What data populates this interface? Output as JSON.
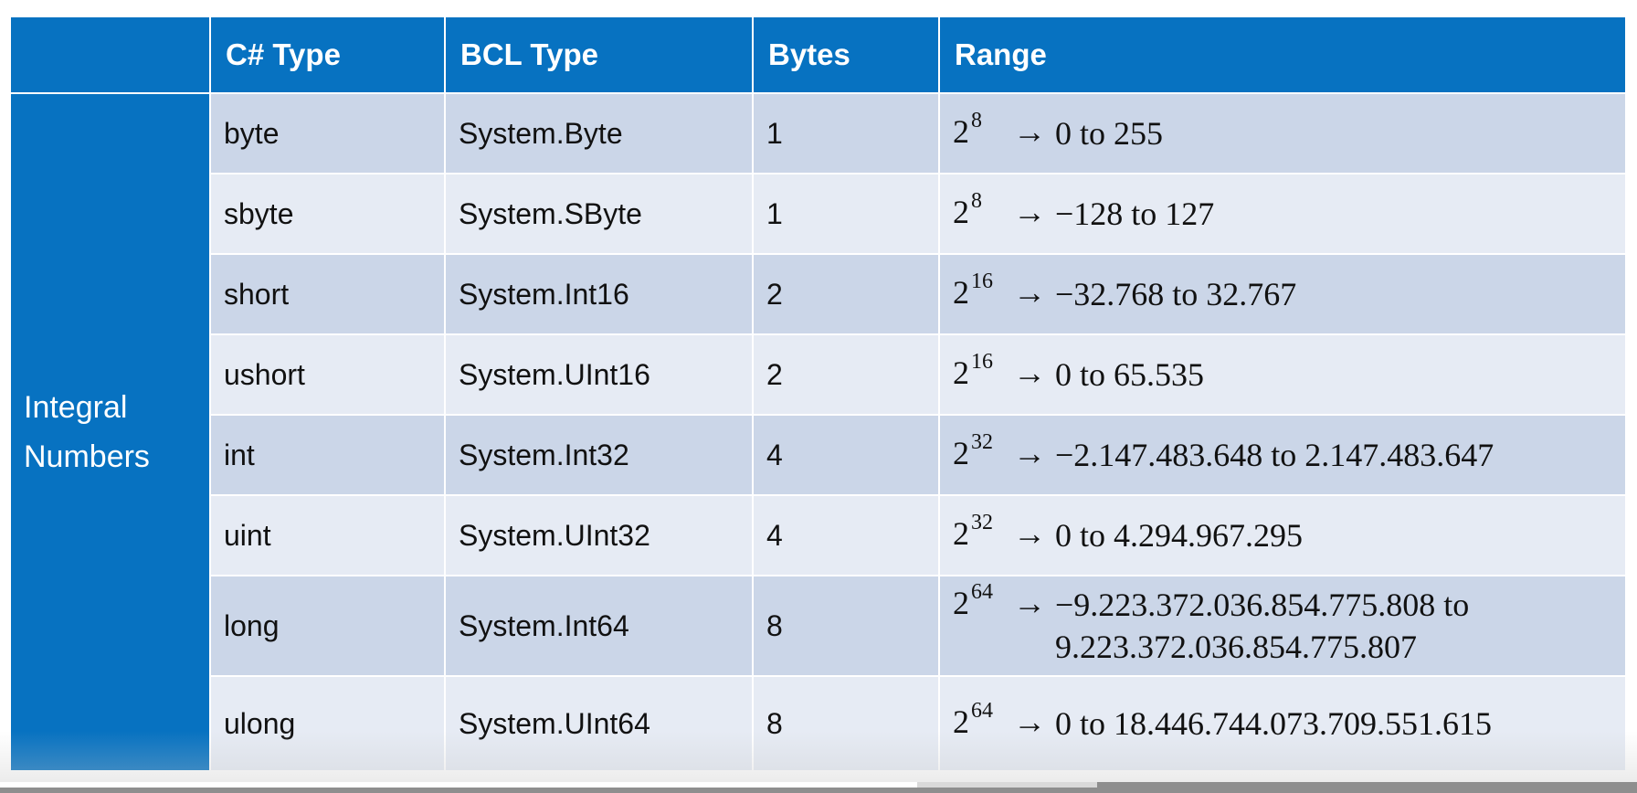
{
  "header": {
    "corner": "",
    "col_csharp": "C# Type",
    "col_bcl": "BCL Type",
    "col_bytes": "Bytes",
    "col_range": "Range"
  },
  "group": {
    "label": "Integral Numbers"
  },
  "rows": [
    {
      "csharp": "byte",
      "bcl": "System.Byte",
      "bytes": "1",
      "base": "2",
      "exp": "8",
      "arrow": "→",
      "range": "0 to 255"
    },
    {
      "csharp": "sbyte",
      "bcl": "System.SByte",
      "bytes": "1",
      "base": "2",
      "exp": "8",
      "arrow": "→",
      "range": "−128 to 127"
    },
    {
      "csharp": "short",
      "bcl": "System.Int16",
      "bytes": "2",
      "base": "2",
      "exp": "16",
      "arrow": "→",
      "range": "−32.768 to 32.767"
    },
    {
      "csharp": "ushort",
      "bcl": "System.UInt16",
      "bytes": "2",
      "base": "2",
      "exp": "16",
      "arrow": "→",
      "range": "0 to 65.535"
    },
    {
      "csharp": "int",
      "bcl": "System.Int32",
      "bytes": "4",
      "base": "2",
      "exp": "32",
      "arrow": "→",
      "range": "−2.147.483.648 to 2.147.483.647"
    },
    {
      "csharp": "uint",
      "bcl": "System.UInt32",
      "bytes": "4",
      "base": "2",
      "exp": "32",
      "arrow": "→",
      "range": "0 to 4.294.967.295"
    },
    {
      "csharp": "long",
      "bcl": "System.Int64",
      "bytes": "8",
      "base": "2",
      "exp": "64",
      "arrow": "→",
      "range": "−9.223.372.036.854.775.808 to\n9.223.372.036.854.775.807"
    },
    {
      "csharp": "ulong",
      "bcl": "System.UInt64",
      "bytes": "8",
      "base": "2",
      "exp": "64",
      "arrow": "→",
      "range": "0 to 18.446.744.073.709.551.615"
    }
  ],
  "colors": {
    "header_bg": "#0772c1",
    "row_dark": "#cbd6e8",
    "row_light": "#e6ebf4"
  },
  "video_progress": {
    "played": 0.56,
    "buffered": 0.67
  }
}
